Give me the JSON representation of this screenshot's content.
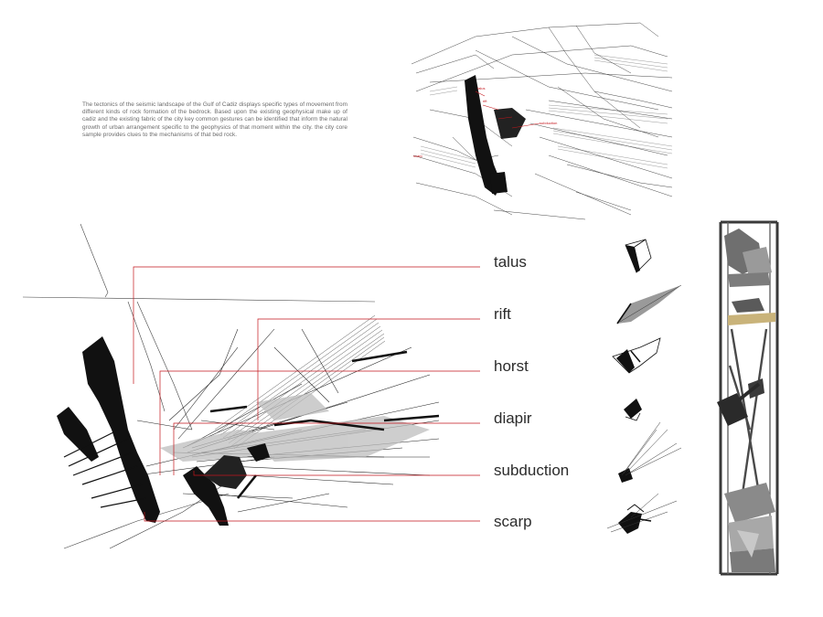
{
  "description_text": "The tectonics of the seismic landscape of the Gulf of Cadiz displays specific types of movement from different kinds of rock formation of the bedrock. Based upon the existing geophysical make up of cadiz and the existing fabric of the city  key common gestures can be identified that inform the natural growth of urban arrangement specific to the geophysics of that moment within the city. the city core sample provides clues to the mechanisms of that bed rock.",
  "terms": [
    {
      "label": "talus"
    },
    {
      "label": "rift"
    },
    {
      "label": "horst"
    },
    {
      "label": "diapir"
    },
    {
      "label": "subduction"
    },
    {
      "label": "scarp"
    }
  ],
  "colors": {
    "leader_line": "#c4161c",
    "ink": "#111111",
    "text": "#2b2b2b",
    "paper": "#ffffff"
  }
}
